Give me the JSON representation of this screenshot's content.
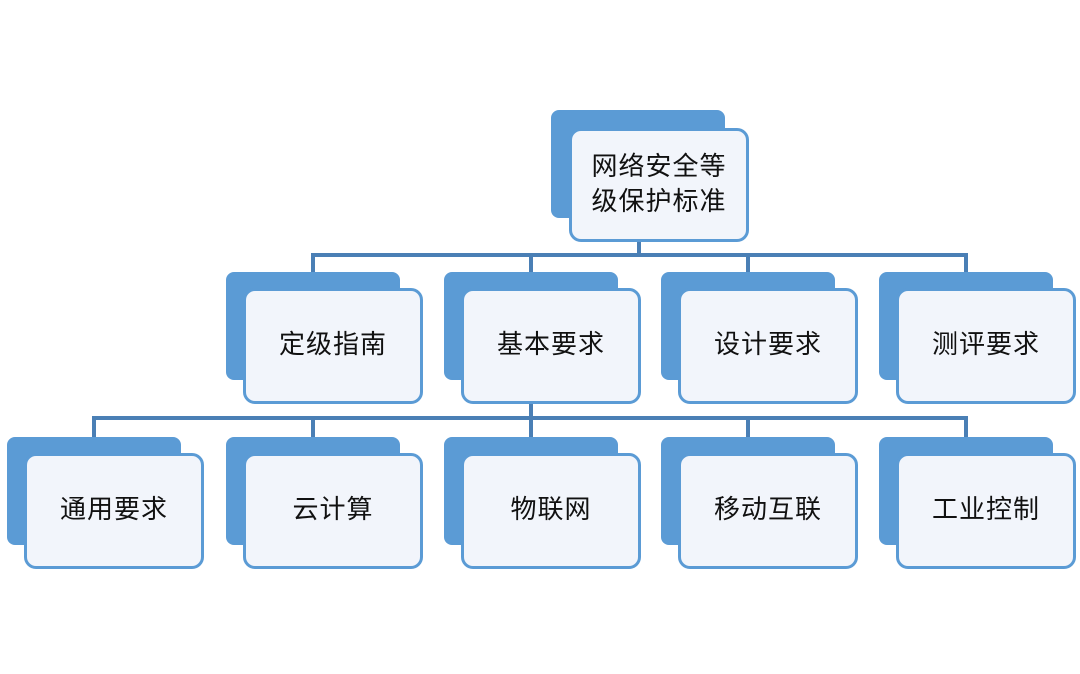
{
  "colors": {
    "accent": "#5b9bd5",
    "connector": "#4a7fb5",
    "card_fill": "#f2f5fb"
  },
  "tree": {
    "root": {
      "label_line1": "网络安全等",
      "label_line2": "级保护标准"
    },
    "level2": [
      {
        "label": "定级指南"
      },
      {
        "label": "基本要求"
      },
      {
        "label": "设计要求"
      },
      {
        "label": "测评要求"
      }
    ],
    "level3": [
      {
        "label": "通用要求"
      },
      {
        "label": "云计算"
      },
      {
        "label": "物联网"
      },
      {
        "label": "移动互联"
      },
      {
        "label": "工业控制"
      }
    ]
  }
}
